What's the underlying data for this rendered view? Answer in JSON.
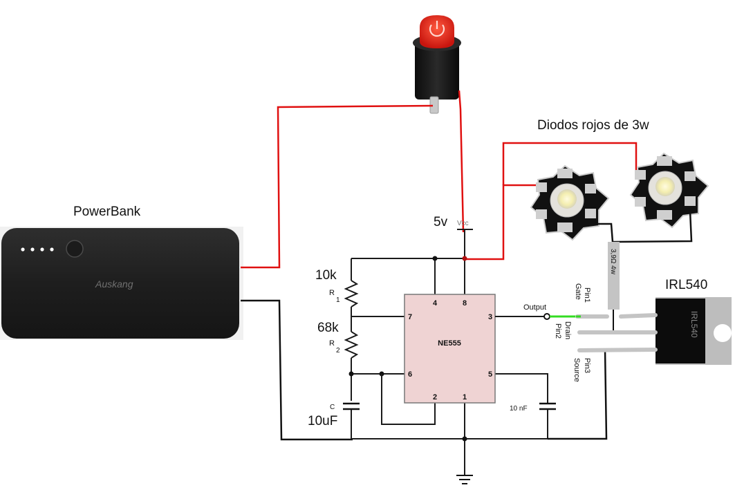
{
  "title": "Luz roja con NE555 y PowerBank",
  "labels": {
    "powerbank": "PowerBank",
    "powerbank_brand": "Auskang",
    "diodes": "Diodos rojos de 3w",
    "supply_voltage": "5v",
    "vcc": "Vcc",
    "r1_value": "10k",
    "r1_name": "R",
    "r1_sub": "1",
    "r2_value": "68k",
    "r2_name": "R",
    "r2_sub": "2",
    "c_name": "C",
    "c_value": "10uF",
    "c2_value": "10 nF",
    "ic_name": "NE555",
    "output": "Output",
    "resistor_power": "3,9Ω  4w",
    "mosfet": "IRL540",
    "mosfet_body": "IRL540",
    "pin1": "Pin1",
    "gate": "Gate",
    "drain": "Drain",
    "pin2": "Pin2",
    "pin3": "Pin3",
    "source": "Source"
  },
  "ic_pins": {
    "p4": "4",
    "p8": "8",
    "p7": "7",
    "p3": "3",
    "p6": "6",
    "p5": "5",
    "p2": "2",
    "p1": "1"
  },
  "powerbank_leds": 4,
  "colors": {
    "positive_wire": "#e01010",
    "negative_wire": "#111111",
    "signal_wire": "#33dd22",
    "ic_fill": "#efd3d3",
    "switch_cap": "#e8261c"
  }
}
